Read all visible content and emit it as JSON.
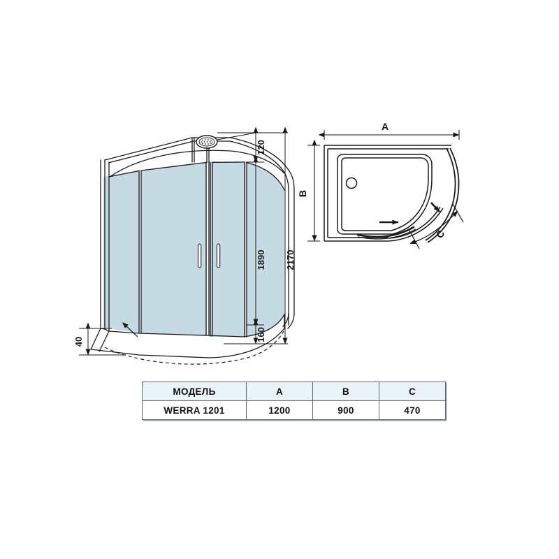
{
  "drawing": {
    "title_none": "",
    "perspective_view": {
      "name": "shower-enclosure-perspective",
      "glass_color": "#c6dae4",
      "frame_color": "#ffffff",
      "line_color": "#1a1a1a",
      "parts": {
        "shower_head": "shower-head",
        "door_handle_left": "door-handle",
        "door_handle_right": "door-handle",
        "tray": "shower-tray"
      }
    },
    "top_view": {
      "name": "shower-tray-top-view",
      "drain": "drain-hole",
      "door_motion": "sliding-door-arrows"
    },
    "dimensions": {
      "height_total": "2170",
      "height_glass": "1890",
      "height_top": "120",
      "height_bottom": "160",
      "tray_height": "40",
      "label_a": "A",
      "label_b": "B",
      "label_c": "C"
    }
  },
  "spec_table": {
    "headers": [
      "МОДЕЛЬ",
      "A",
      "B",
      "C"
    ],
    "rows": [
      {
        "model": "WERRA 1201",
        "a": "1200",
        "b": "900",
        "c": "470"
      }
    ],
    "header_bg": "#eaf3f8",
    "border_color": "#5d666b"
  }
}
